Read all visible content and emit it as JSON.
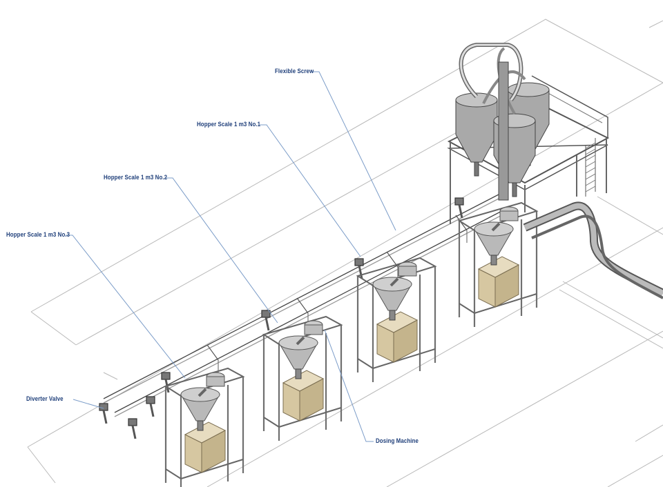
{
  "labels": {
    "flexible_screw": "Flexible Screw",
    "hopper_no1": "Hopper Scale   1 m3 No.1",
    "hopper_no2": "Hopper Scale   1 m3 No.2",
    "hopper_no3": "Hopper Scale   1 m3 No.3",
    "diverter_valve": "Diverter Valve",
    "dosing_machine": "Dosing Machine"
  },
  "colors": {
    "label": "#1f3f7a",
    "leader": "#7b9cc8",
    "floor": "#b8b8b8",
    "steel": "#8a8a8a",
    "bag": "#d9ccaa"
  }
}
